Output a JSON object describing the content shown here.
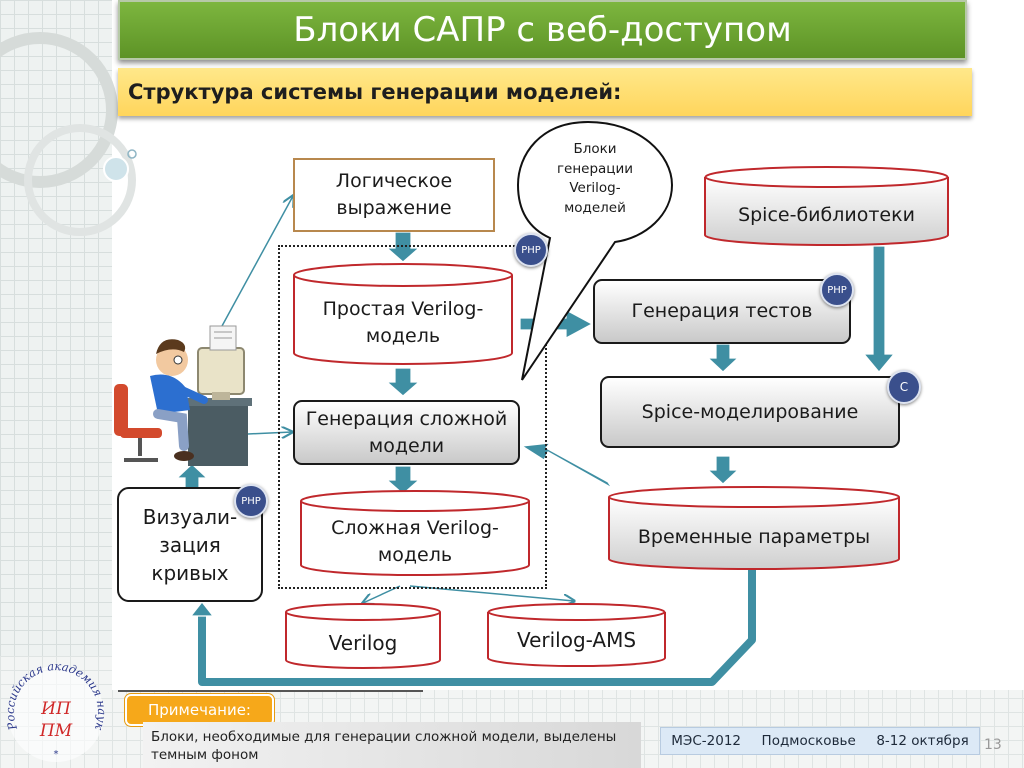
{
  "title": "Блоки САПР с веб-доступом",
  "subtitle": "Структура системы генерации моделей:",
  "boxes": {
    "logic_expr": "Логическое выражение",
    "gen_complex": "Генерация сложной модели",
    "test_gen": "Генерация тестов",
    "spice_model": "Spice-моделирование",
    "visual": "Визуали-зация кривых"
  },
  "cylinders": {
    "simple_model": "Простая Verilog-модель",
    "complex_model": "Сложная Verilog-модель",
    "verilog": "Verilog",
    "verilog_ams": "Verilog-AMS",
    "spice_lib": "Spice-библиотеки",
    "timing": "Временные параметры"
  },
  "callout": "Блоки генерации Verilog-моделей",
  "badges": {
    "php1": "PHP",
    "php2": "PHP",
    "php3": "PHP",
    "c": "C"
  },
  "note": {
    "label": "Примечание:",
    "text": "Блоки, необходимые для генерации сложной модели, выделены темным фоном"
  },
  "footer": {
    "conf": "МЭС-2012",
    "place": "Подмосковье",
    "dates": "8-12 октября"
  },
  "page_number": "13",
  "logo": {
    "ring_text": "Российская академия наук",
    "inner_top": "ИП",
    "inner_bottom": "ПМ"
  },
  "colors": {
    "title_green": "#6aa532",
    "subtitle_yellow": "#ffe070",
    "cylinder_red": "#c0282c",
    "arrow_teal": "#3f8fa3",
    "badge_blue": "#3a4f8c",
    "note_orange": "#f6a81a"
  }
}
